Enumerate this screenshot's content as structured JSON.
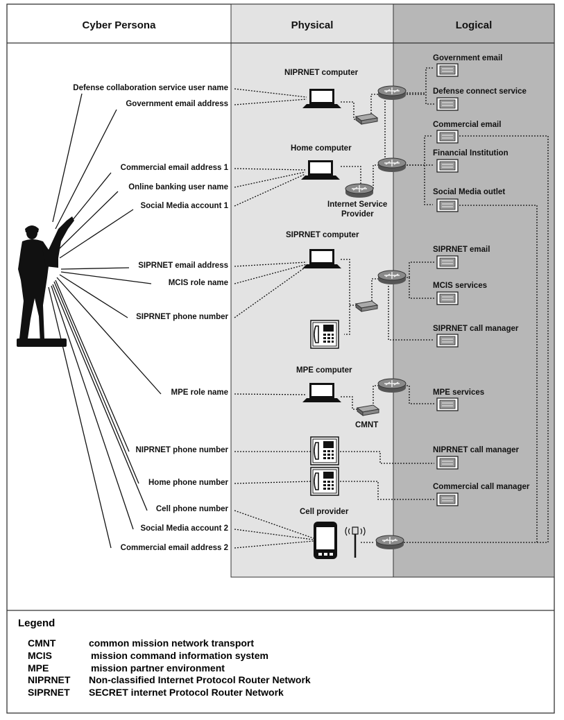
{
  "columns": {
    "cyber_persona": "Cyber Persona",
    "physical": "Physical",
    "logical": "Logical"
  },
  "persona_labels": [
    "Defense collaboration service user name",
    "Government email address",
    "Commercial email address 1",
    "Online banking user name",
    "Social Media account 1",
    "SIPRNET email address",
    "MCIS role name",
    "SIPRNET phone number",
    "MPE role name",
    "NIPRNET phone number",
    "Home phone number",
    "Cell phone number",
    "Social Media account 2",
    "Commercial email address 2"
  ],
  "physical_labels": {
    "niprnet_computer": "NIPRNET computer",
    "home_computer": "Home computer",
    "isp_line1": "Internet Service",
    "isp_line2": "Provider",
    "siprnet_computer": "SIPRNET computer",
    "mpe_computer": "MPE computer",
    "cmnt": "CMNT",
    "cell_provider": "Cell provider"
  },
  "logical_labels": [
    "Government email",
    "Defense connect service",
    "Commercial email",
    "Financial Institution",
    "Social Media outlet",
    "SIPRNET email",
    "MCIS services",
    "SIPRNET call manager",
    "MPE services",
    "NIPRNET call manager",
    "Commercial call manager"
  ],
  "legend": {
    "title": "Legend",
    "items": [
      {
        "abbr": "CMNT",
        "def": "common mission network transport"
      },
      {
        "abbr": "MCIS",
        "def": "mission command information system"
      },
      {
        "abbr": "MPE",
        "def": "mission partner environment"
      },
      {
        "abbr": "NIPRNET",
        "def": "Non-classified Internet Protocol Router Network"
      },
      {
        "abbr": "SIPRNET",
        "def": "SECRET internet Protocol Router Network"
      }
    ]
  },
  "colors": {
    "physical_bg": "#e3e3e3",
    "logical_bg": "#b7b7b7",
    "ink": "#111111"
  }
}
